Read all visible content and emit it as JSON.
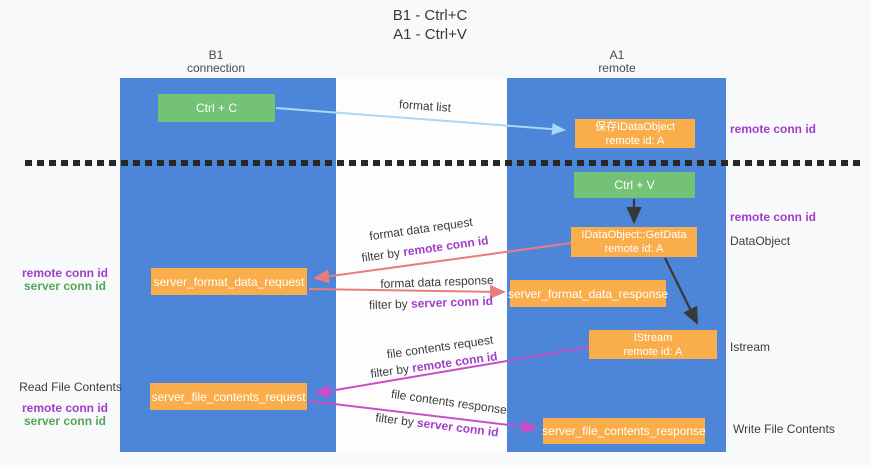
{
  "title": {
    "line1": "B1 - Ctrl+C",
    "line2": "A1 - Ctrl+V"
  },
  "columns": {
    "left": {
      "name": "B1",
      "role": "connection"
    },
    "right": {
      "name": "A1",
      "role": "remote"
    }
  },
  "nodes": {
    "ctrl_c": "Ctrl + C",
    "save_dataobject": {
      "line1": "保存IDataObject",
      "line2": "remote id: A"
    },
    "ctrl_v": "Ctrl + V",
    "getdata": {
      "line1": "IDataObject::GetData",
      "line2": "remote id: A"
    },
    "format_request": "server_format_data_request",
    "format_response": "server_format_data_response",
    "istream": {
      "line1": "IStream",
      "line2": "remote id: A"
    },
    "file_request": "server_file_contents_request",
    "file_response": "server_file_contents_response"
  },
  "side_labels": {
    "right_remote_conn_1": "remote conn id",
    "right_remote_conn_2": "remote conn id",
    "dataobject": "DataObject",
    "istream": "Istream",
    "write_file": "Write File Contents",
    "read_file": "Read File Contents",
    "left_remote_conn_1": "remote conn id",
    "left_server_conn_1": "server conn id",
    "left_remote_conn_2": "remote conn id",
    "left_server_conn_2": "server conn id"
  },
  "arrow_labels": {
    "format_list": "format list",
    "format_data_request": "format data request",
    "filter_by_1": "filter by ",
    "filter_remote_1": "remote conn id",
    "format_data_response": "format data response",
    "filter_by_2": "filter by ",
    "filter_server_1": "server conn id",
    "file_contents_request": "file contents request",
    "filter_by_3": "filter by ",
    "filter_remote_2": "remote conn id",
    "file_contents_response": "file contents response",
    "filter_by_4": "filter by ",
    "filter_server_2": "server conn id"
  },
  "colors": {
    "column_blue": "#4d86d8",
    "box_green": "#74c275",
    "box_orange": "#f9ae4b",
    "accent_purple": "#a13dc9",
    "accent_green": "#53a656",
    "arrow_red": "#e87d7d",
    "arrow_magenta": "#c94fc9",
    "arrow_blue": "#a9d7f5",
    "arrow_black": "#383838"
  }
}
